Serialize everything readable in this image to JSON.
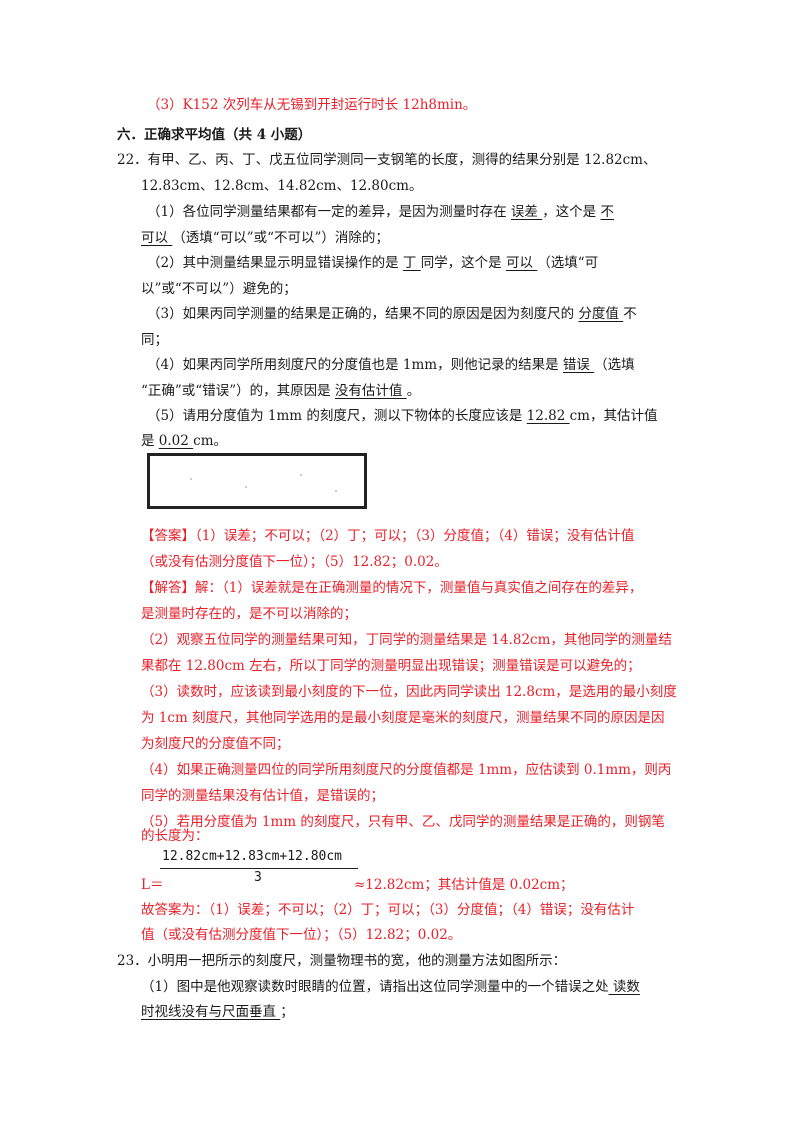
{
  "lines": {
    "l01": "（3）K152 次列车从无锡到开封运行时长 12h8min。",
    "l02": "六．正确求平均值（共 4 小题）",
    "l03": "22．有甲、乙、丙、丁、戊五位同学测同一支钢笔的长度，测得的结果分别是 12.82cm、",
    "l04": "12.83cm、12.8cm、14.82cm、12.80cm。",
    "l05a": "（1）各位同学测量结果都有一定的差异，是因为测量时存在 ",
    "l05b": "  误差  ",
    "l05c": "，这个是 ",
    "l05d": "  不",
    "l06a": "可以  ",
    "l06b": "（透填“可以”或“不可以”）消除的；",
    "l07a": "（2）其中测量结果显示明显错误操作的是 ",
    "l07b": "  丁  ",
    "l07c": "同学，这个是 ",
    "l07d": "  可以  ",
    "l07e": "（选填“可",
    "l08": "以”或“不可以”）避免的；",
    "l09a": "（3）如果丙同学测量的结果是正确的，结果不同的原因是因为刻度尺的 ",
    "l09b": "  分度值  ",
    "l09c": "不",
    "l10": "同；",
    "l11a": "（4）如果丙同学所用刻度尺的分度值也是 1mm，则他记录的结果是 ",
    "l11b": "  错误  ",
    "l11c": "（选填",
    "l12a": "“正确”或“错误”）的，其原因是 ",
    "l12b": "  没有估计值  ",
    "l12c": "。",
    "l13a": "（5）请用分度值为 1mm 的刻度尺，测以下物体的长度应该是 ",
    "l13b": "  12.82  ",
    "l13c": "cm，其估计值",
    "l14a": "是 ",
    "l14b": "  0.02  ",
    "l14c": "cm。",
    "ans1": "【答案】（1）误差；不可以；（2）丁；可以；（3）分度值；（4）错误；没有估计值",
    "ans2": "（或没有估测分度值下一位）；（5）12.82；0.02。",
    "sol1": "【解答】解：（1）误差就是在正确测量的情况下，测量值与真实值之间存在的差异，",
    "sol2": "是测量时存在的，是不可以消除的；",
    "sol3": "（2）观察五位同学的测量结果可知，丁同学的测量结果是 14.82cm，其他同学的测量结",
    "sol4": "果都在 12.80cm 左右，所以丁同学的测量明显出现错误；测量错误是可以避免的；",
    "sol5": "（3）读数时，应该读到最小刻度的下一位，因此丙同学读出 12.8cm，是选用的最小刻度",
    "sol6": "为 1cm 刻度尺，其他同学选用的是最小刻度是毫米的刻度尺，测量结果不同的原因是因",
    "sol7": "为刻度尺的分度值不同；",
    "sol8": "（4）如果正确测量四位的同学所用刻度尺的分度值都是 1mm，应估读到 0.1mm，则丙",
    "sol9": "同学的测量结果没有估计值，是错误的；",
    "sol10": "（5）若用分度值为 1mm 的刻度尺，只有甲、乙、戊同学的测量结果是正确的，则钢笔",
    "sol11": "的长度为：",
    "formula_num": "12.82cm+12.83cm+12.80cm",
    "formula_den": "3",
    "formula_lhs": "L＝",
    "formula_rhs": "≈12.82cm；其估计值是 0.02cm；",
    "fin1": "故答案为：（1）误差；不可以；（2）丁；可以；（3）分度值；（4）错误；没有估计",
    "fin2": "值（或没有估测分度值下一位）；（5）12.82；0.02。",
    "q23": "23．小明用一把所示的刻度尺，测量物理书的宽，他的测量方法如图所示：",
    "q23_1a": "（1）图中是他观察读数时眼睛的位置，请指出这位同学测量中的一个错误之处",
    "q23_1b": "  读数",
    "q23_2a": "时视线没有与尺面垂直  ",
    "q23_2b": "；"
  }
}
